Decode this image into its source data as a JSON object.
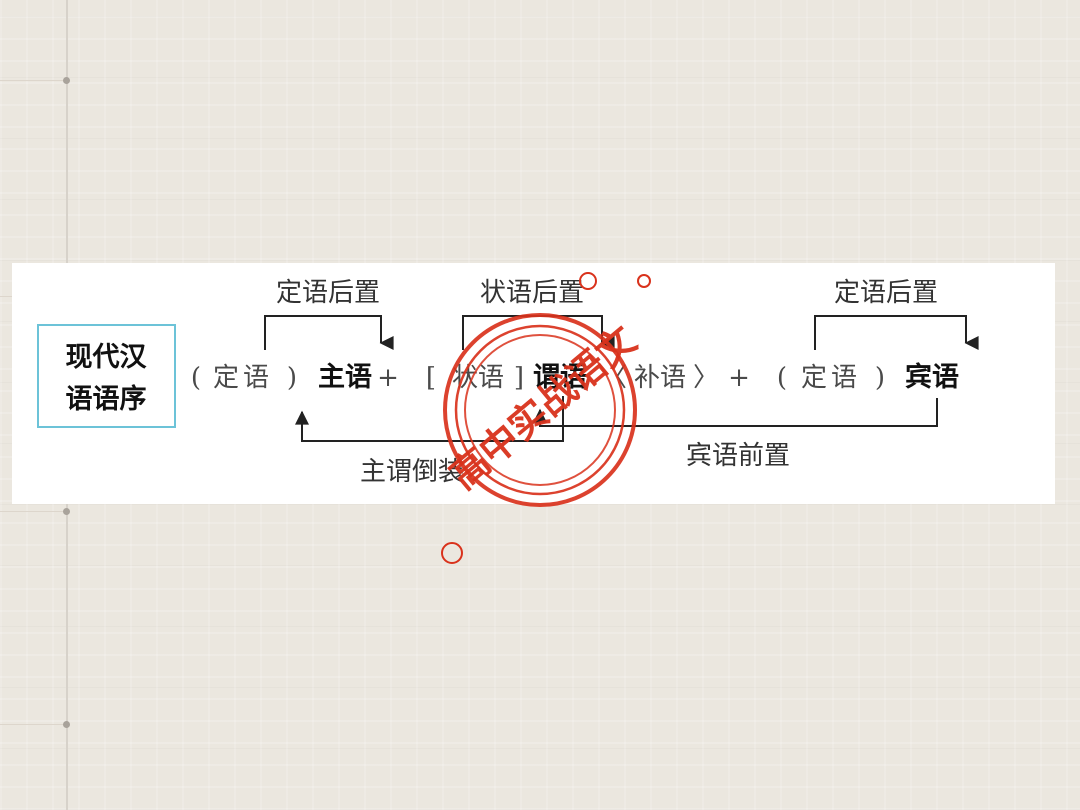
{
  "diagram": {
    "box_title_line1": "现代汉",
    "box_title_line2": "语语序",
    "top_labels": {
      "left": "定语后置",
      "middle": "状语后置",
      "right": "定语后置"
    },
    "sequence": {
      "p1_open": "(",
      "p1_word": "定语",
      "p1_close": ")",
      "subject": "主语",
      "plus1": "+",
      "adv_open": "[",
      "adv_word": "状语",
      "adv_close": "]",
      "predicate": "谓语",
      "comp_open": "〈",
      "comp_word": "补语",
      "comp_close": "〉",
      "plus2": "+",
      "p2_open": "(",
      "p2_word": "定语",
      "p2_close": ")",
      "object": "宾语"
    },
    "bottom_labels": {
      "left": "主谓倒装",
      "right": "宾语前置"
    }
  },
  "stamp": {
    "text": "高中实战语文",
    "color": "#d9321c"
  },
  "colors": {
    "box_border": "#6cc3d8",
    "arrows": "#222222",
    "background": "#ebe7df"
  }
}
